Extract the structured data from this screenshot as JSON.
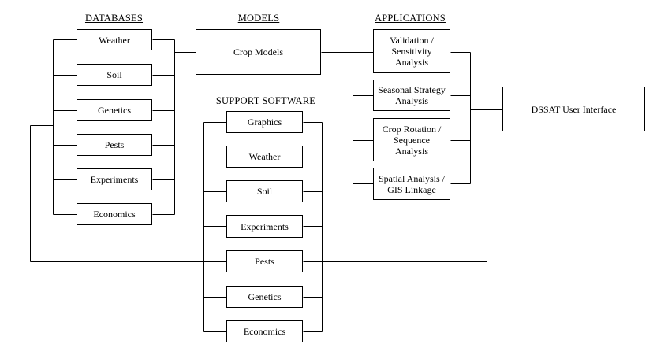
{
  "headers": {
    "databases": "DATABASES",
    "models": "MODELS",
    "applications": "APPLICATIONS",
    "support_software": "SUPPORT SOFTWARE"
  },
  "databases": [
    "Weather",
    "Soil",
    "Genetics",
    "Pests",
    "Experiments",
    "Economics"
  ],
  "models": [
    "Crop Models"
  ],
  "applications": [
    [
      "Validation /",
      "Sensitivity",
      "Analysis"
    ],
    [
      "Seasonal Strategy",
      "Analysis"
    ],
    [
      "Crop Rotation /",
      "Sequence",
      "Analysis"
    ],
    [
      "Spatial Analysis /",
      "GIS Linkage"
    ]
  ],
  "support_software": [
    "Graphics",
    "Weather",
    "Soil",
    "Experiments",
    "Pests",
    "Genetics",
    "Economics"
  ],
  "interface": "DSSAT User Interface"
}
